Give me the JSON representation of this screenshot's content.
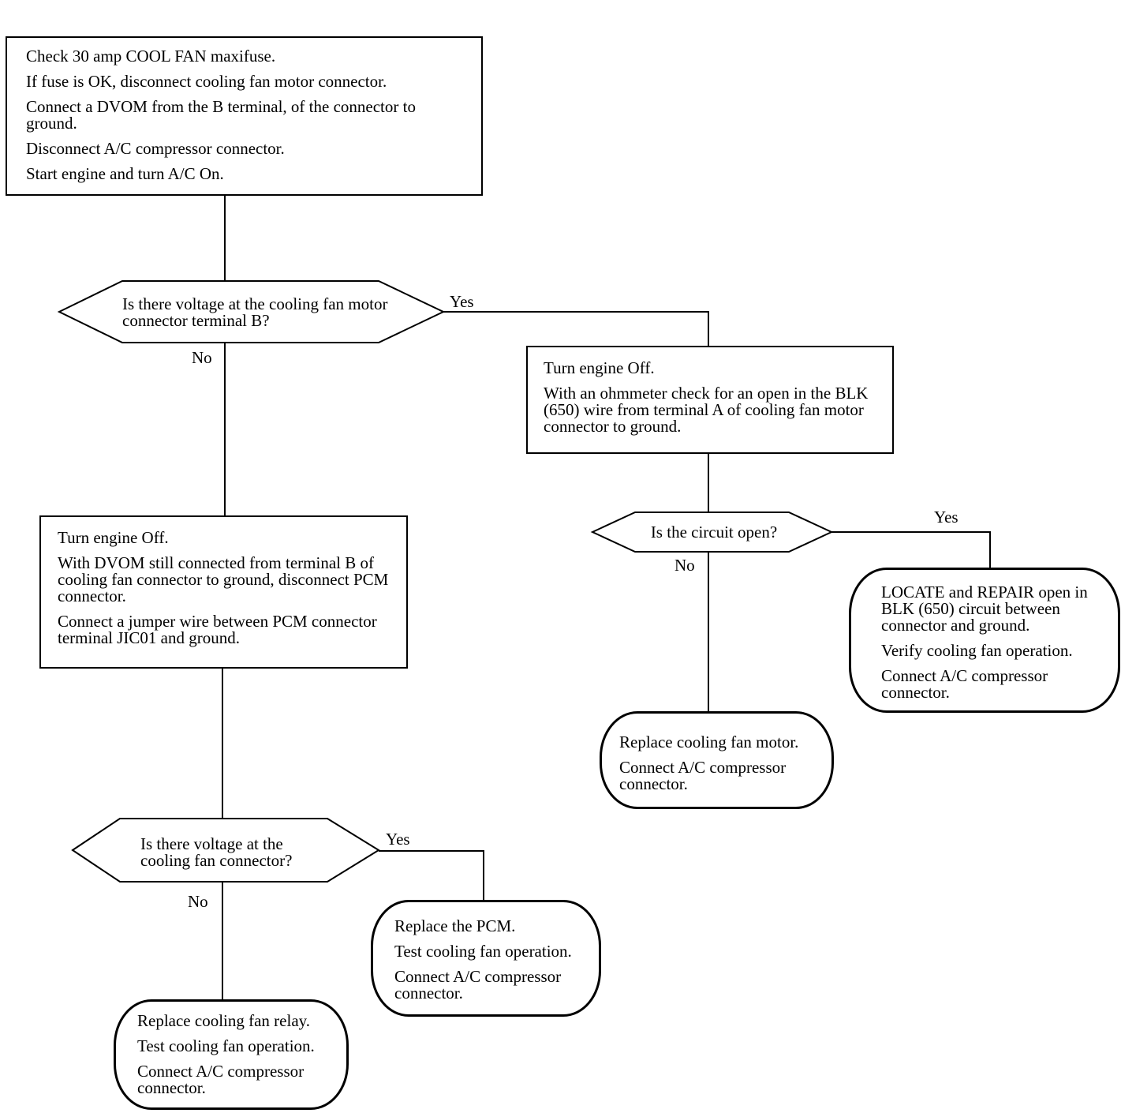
{
  "start_box": {
    "lines": [
      "Check 30 amp COOL FAN maxifuse.",
      "If fuse is OK, disconnect cooling fan motor connector.",
      "Connect a DVOM from the B terminal, of the connector to ground.",
      "Disconnect A/C compressor connector.",
      "Start engine and turn A/C On."
    ]
  },
  "decision_1": {
    "text": "Is there voltage at the cooling fan motor connector terminal B?",
    "yes": "Yes",
    "no": "No"
  },
  "box_ohmmeter": {
    "lines": [
      "Turn engine Off.",
      "With an ohmmeter check for an open in the BLK (650) wire from terminal A of cooling fan motor connector to ground."
    ]
  },
  "decision_2": {
    "text": "Is the circuit open?",
    "yes": "Yes",
    "no": "No"
  },
  "term_locate_repair": {
    "lines": [
      "LOCATE and REPAIR open in BLK (650) circuit between connector and ground.",
      "Verify cooling fan operation.",
      "Connect A/C compressor connector."
    ]
  },
  "term_replace_motor": {
    "lines": [
      "Replace cooling fan motor.",
      "Connect A/C compressor connector."
    ]
  },
  "box_pcm_jumper": {
    "lines": [
      "Turn engine Off.",
      "With DVOM still connected from terminal B of cooling fan connector to ground, disconnect PCM connector.",
      "Connect a jumper wire between PCM connector terminal JIC01 and ground."
    ]
  },
  "decision_3": {
    "text": "Is there voltage at the cooling fan connector?",
    "yes": "Yes",
    "no": "No"
  },
  "term_replace_pcm": {
    "lines": [
      "Replace the PCM.",
      "Test cooling fan operation.",
      "Connect A/C compressor connector."
    ]
  },
  "term_replace_relay": {
    "lines": [
      "Replace cooling fan relay.",
      "Test cooling fan operation.",
      "Connect A/C compressor connector."
    ]
  }
}
